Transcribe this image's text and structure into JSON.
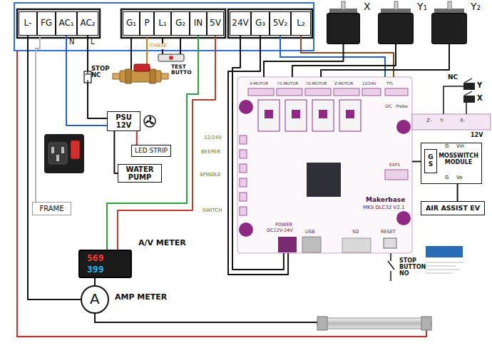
{
  "diagram": {
    "nodes": [
      {
        "text": [
          "L-"
        ]
      },
      {
        "text": [
          "FG"
        ]
      },
      {
        "text": [
          "AC₁"
        ]
      },
      {
        "text": [
          "AC₂"
        ]
      },
      {
        "text": [
          "G₁"
        ]
      },
      {
        "text": [
          "P"
        ]
      },
      {
        "text": [
          "L₁"
        ]
      },
      {
        "text": [
          "G₂"
        ]
      },
      {
        "text": [
          "IN"
        ]
      },
      {
        "text": [
          "5V"
        ]
      },
      {
        "text": [
          "24V"
        ]
      },
      {
        "text": [
          "G₃"
        ]
      },
      {
        "text": [
          "5V₂"
        ]
      },
      {
        "text": [
          "L₂"
        ]
      },
      {
        "text": [
          "X"
        ]
      },
      {
        "text": [
          "Y₁"
        ]
      },
      {
        "text": [
          "Y₂"
        ]
      },
      {
        "text": [
          "PSU 12V"
        ]
      },
      {
        "text": [
          "LED STRIP"
        ]
      },
      {
        "text": [
          "WATER PUMP"
        ]
      },
      {
        "text": [
          "FRAME"
        ]
      },
      {
        "text": [
          "Makerbase",
          "MKS DLC32 V2.1"
        ]
      },
      {
        "text": [
          "MOSSWITCH MODULE"
        ]
      },
      {
        "text": [
          "G",
          "S"
        ],
        "in": 22
      },
      {
        "text": [
          "AIR ASSIST EV"
        ]
      },
      {
        "text": [
          "569",
          "399",
          "A/V METER"
        ]
      },
      {
        "text": [
          "A",
          "AMP METER"
        ]
      }
    ],
    "edges": [
      {
        "from": 1,
        "to": 20,
        "arrow": "none"
      },
      {
        "from": 0,
        "to": 26,
        "arrow": "none"
      },
      {
        "from": 2,
        "to": 17,
        "arrow": "none"
      },
      {
        "from": 3,
        "to": 17,
        "arrow": "none"
      },
      {
        "from": 17,
        "to": 18,
        "arrow": "none"
      },
      {
        "from": 17,
        "to": 19,
        "arrow": "none"
      },
      {
        "from": 8,
        "to": 25,
        "arrow": "none"
      },
      {
        "from": 9,
        "to": 25,
        "arrow": "none"
      },
      {
        "from": 25,
        "to": 26,
        "arrow": "none"
      },
      {
        "from": 10,
        "to": 21,
        "arrow": "none"
      },
      {
        "from": 11,
        "to": 21,
        "arrow": "none"
      },
      {
        "from": 12,
        "to": 21,
        "arrow": "none"
      },
      {
        "from": 13,
        "to": 21,
        "arrow": "none"
      },
      {
        "from": 14,
        "to": 21,
        "arrow": "none"
      },
      {
        "from": 15,
        "to": 21,
        "arrow": "none"
      },
      {
        "from": 16,
        "to": 21,
        "arrow": "none"
      },
      {
        "from": 21,
        "to": 23,
        "arrow": "none"
      },
      {
        "from": 22,
        "to": 24,
        "arrow": "none"
      }
    ],
    "labels": [
      "N",
      "L",
      "STOP NC",
      "CHASE",
      "TEST BUTTO",
      "NC",
      "Y",
      "X",
      "12V",
      "G",
      "Vin",
      "G",
      "Vo",
      "STOP BUTTON NO",
      "X-MOTOR",
      "Y1-MOTOR",
      "Y2-MOTOR",
      "Z-MOTOR",
      "12/24V",
      "TTL",
      "I2C",
      "Probe",
      "Z-",
      "Y-",
      "X-",
      "12/24V",
      "BEEPER",
      "SPINDLE",
      "SWITCH",
      "POWER",
      "DC12V-24V",
      "USB",
      "SD",
      "RESET",
      "EXP1"
    ]
  }
}
